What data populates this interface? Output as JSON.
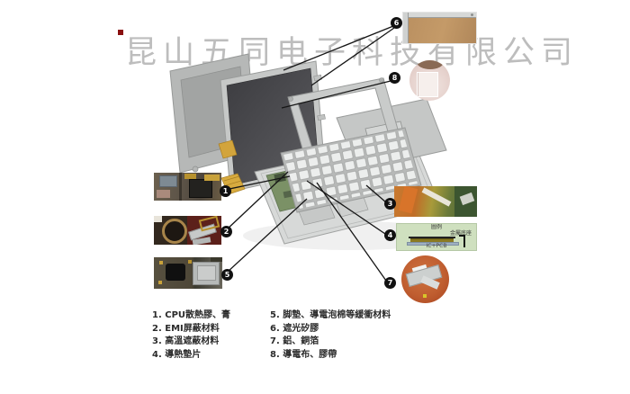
{
  "watermark": {
    "text": "昆山五同电子科技有限公司"
  },
  "diagram": {
    "description": "exploded-notebook-computer-materials-diagram",
    "callouts": [
      {
        "num": "1"
      },
      {
        "num": "2"
      },
      {
        "num": "3"
      },
      {
        "num": "4"
      },
      {
        "num": "5"
      },
      {
        "num": "6"
      },
      {
        "num": "7"
      },
      {
        "num": "8"
      }
    ],
    "inset_labels": {
      "title": "圖例",
      "metal_base": "金屬底座",
      "base_board": "IC+PCB"
    }
  },
  "legend": {
    "col1": [
      "1. CPU散熱膠、膏",
      "2. EMI屏蔽材料",
      "3. 高溫遮蔽材料",
      "4. 導熱墊片"
    ],
    "col2": [
      "5. 脚墊、導電泡棉等緩衝材料",
      "6. 遮光矽膠",
      "7. 鋁、銅箔",
      "8. 導電布、膠帶"
    ]
  },
  "colors": {
    "watermark": "#bdbdbd",
    "callout_badge": "#111111",
    "legend_text": "#2b2b2b",
    "laptop_silver": "#c9cbca",
    "motherboard_green": "#7b9166"
  }
}
